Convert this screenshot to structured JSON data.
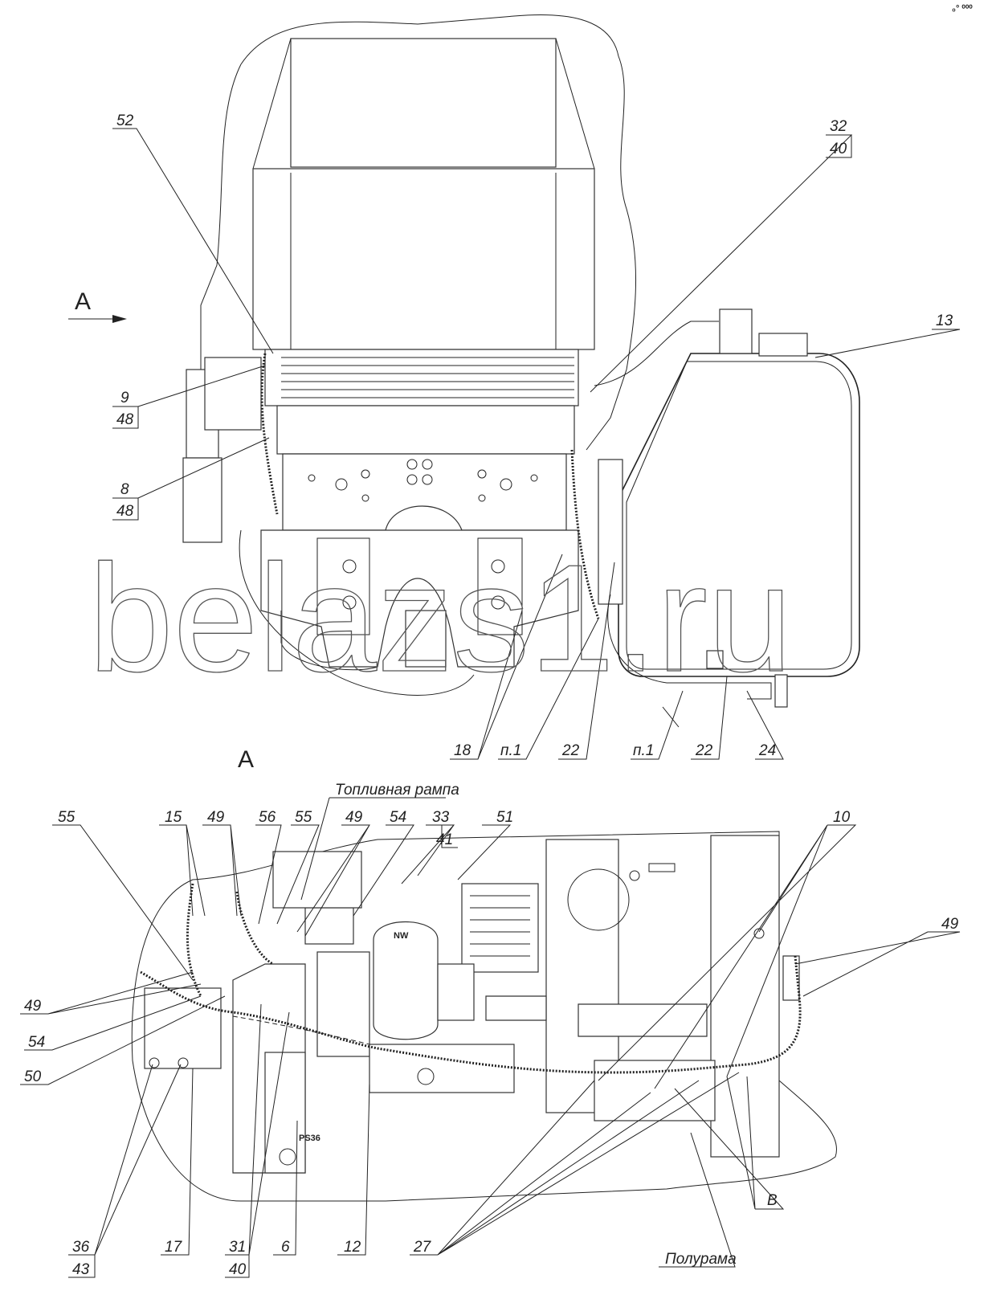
{
  "title": "Engine harness installation drawing",
  "watermark": "belazs1.ru",
  "corner_mark": "₀° ⁰⁰⁰",
  "view_top": {
    "view_arrow_label": "A",
    "callouts": {
      "c52": "52",
      "c32": "32",
      "c40": "40",
      "c13": "13",
      "c9": "9",
      "c9b": "48",
      "c8": "8",
      "c8b": "48",
      "c18": "18",
      "cp1a": "п.1",
      "c22a": "22",
      "cp1b": "п.1",
      "c22b": "22",
      "c24": "24"
    }
  },
  "view_a": {
    "title": "A",
    "fuel_rail_label": "Топливная рампа",
    "half_frame_label": "Полурама",
    "detail_label": "В",
    "part_marks": {
      "filter": "NW",
      "bracket": "PS36"
    },
    "callouts": {
      "c55a": "55",
      "c15": "15",
      "c49a": "49",
      "c56": "56",
      "c55b": "55",
      "c49b": "49",
      "c54a": "54",
      "c33": "33",
      "c41": "41",
      "c51": "51",
      "c10": "10",
      "c49c": "49",
      "c49d": "49",
      "c54b": "54",
      "c50": "50",
      "c36": "36",
      "c43": "43",
      "c17": "17",
      "c31": "31",
      "c40": "40",
      "c6": "6",
      "c12": "12",
      "c27": "27"
    }
  }
}
